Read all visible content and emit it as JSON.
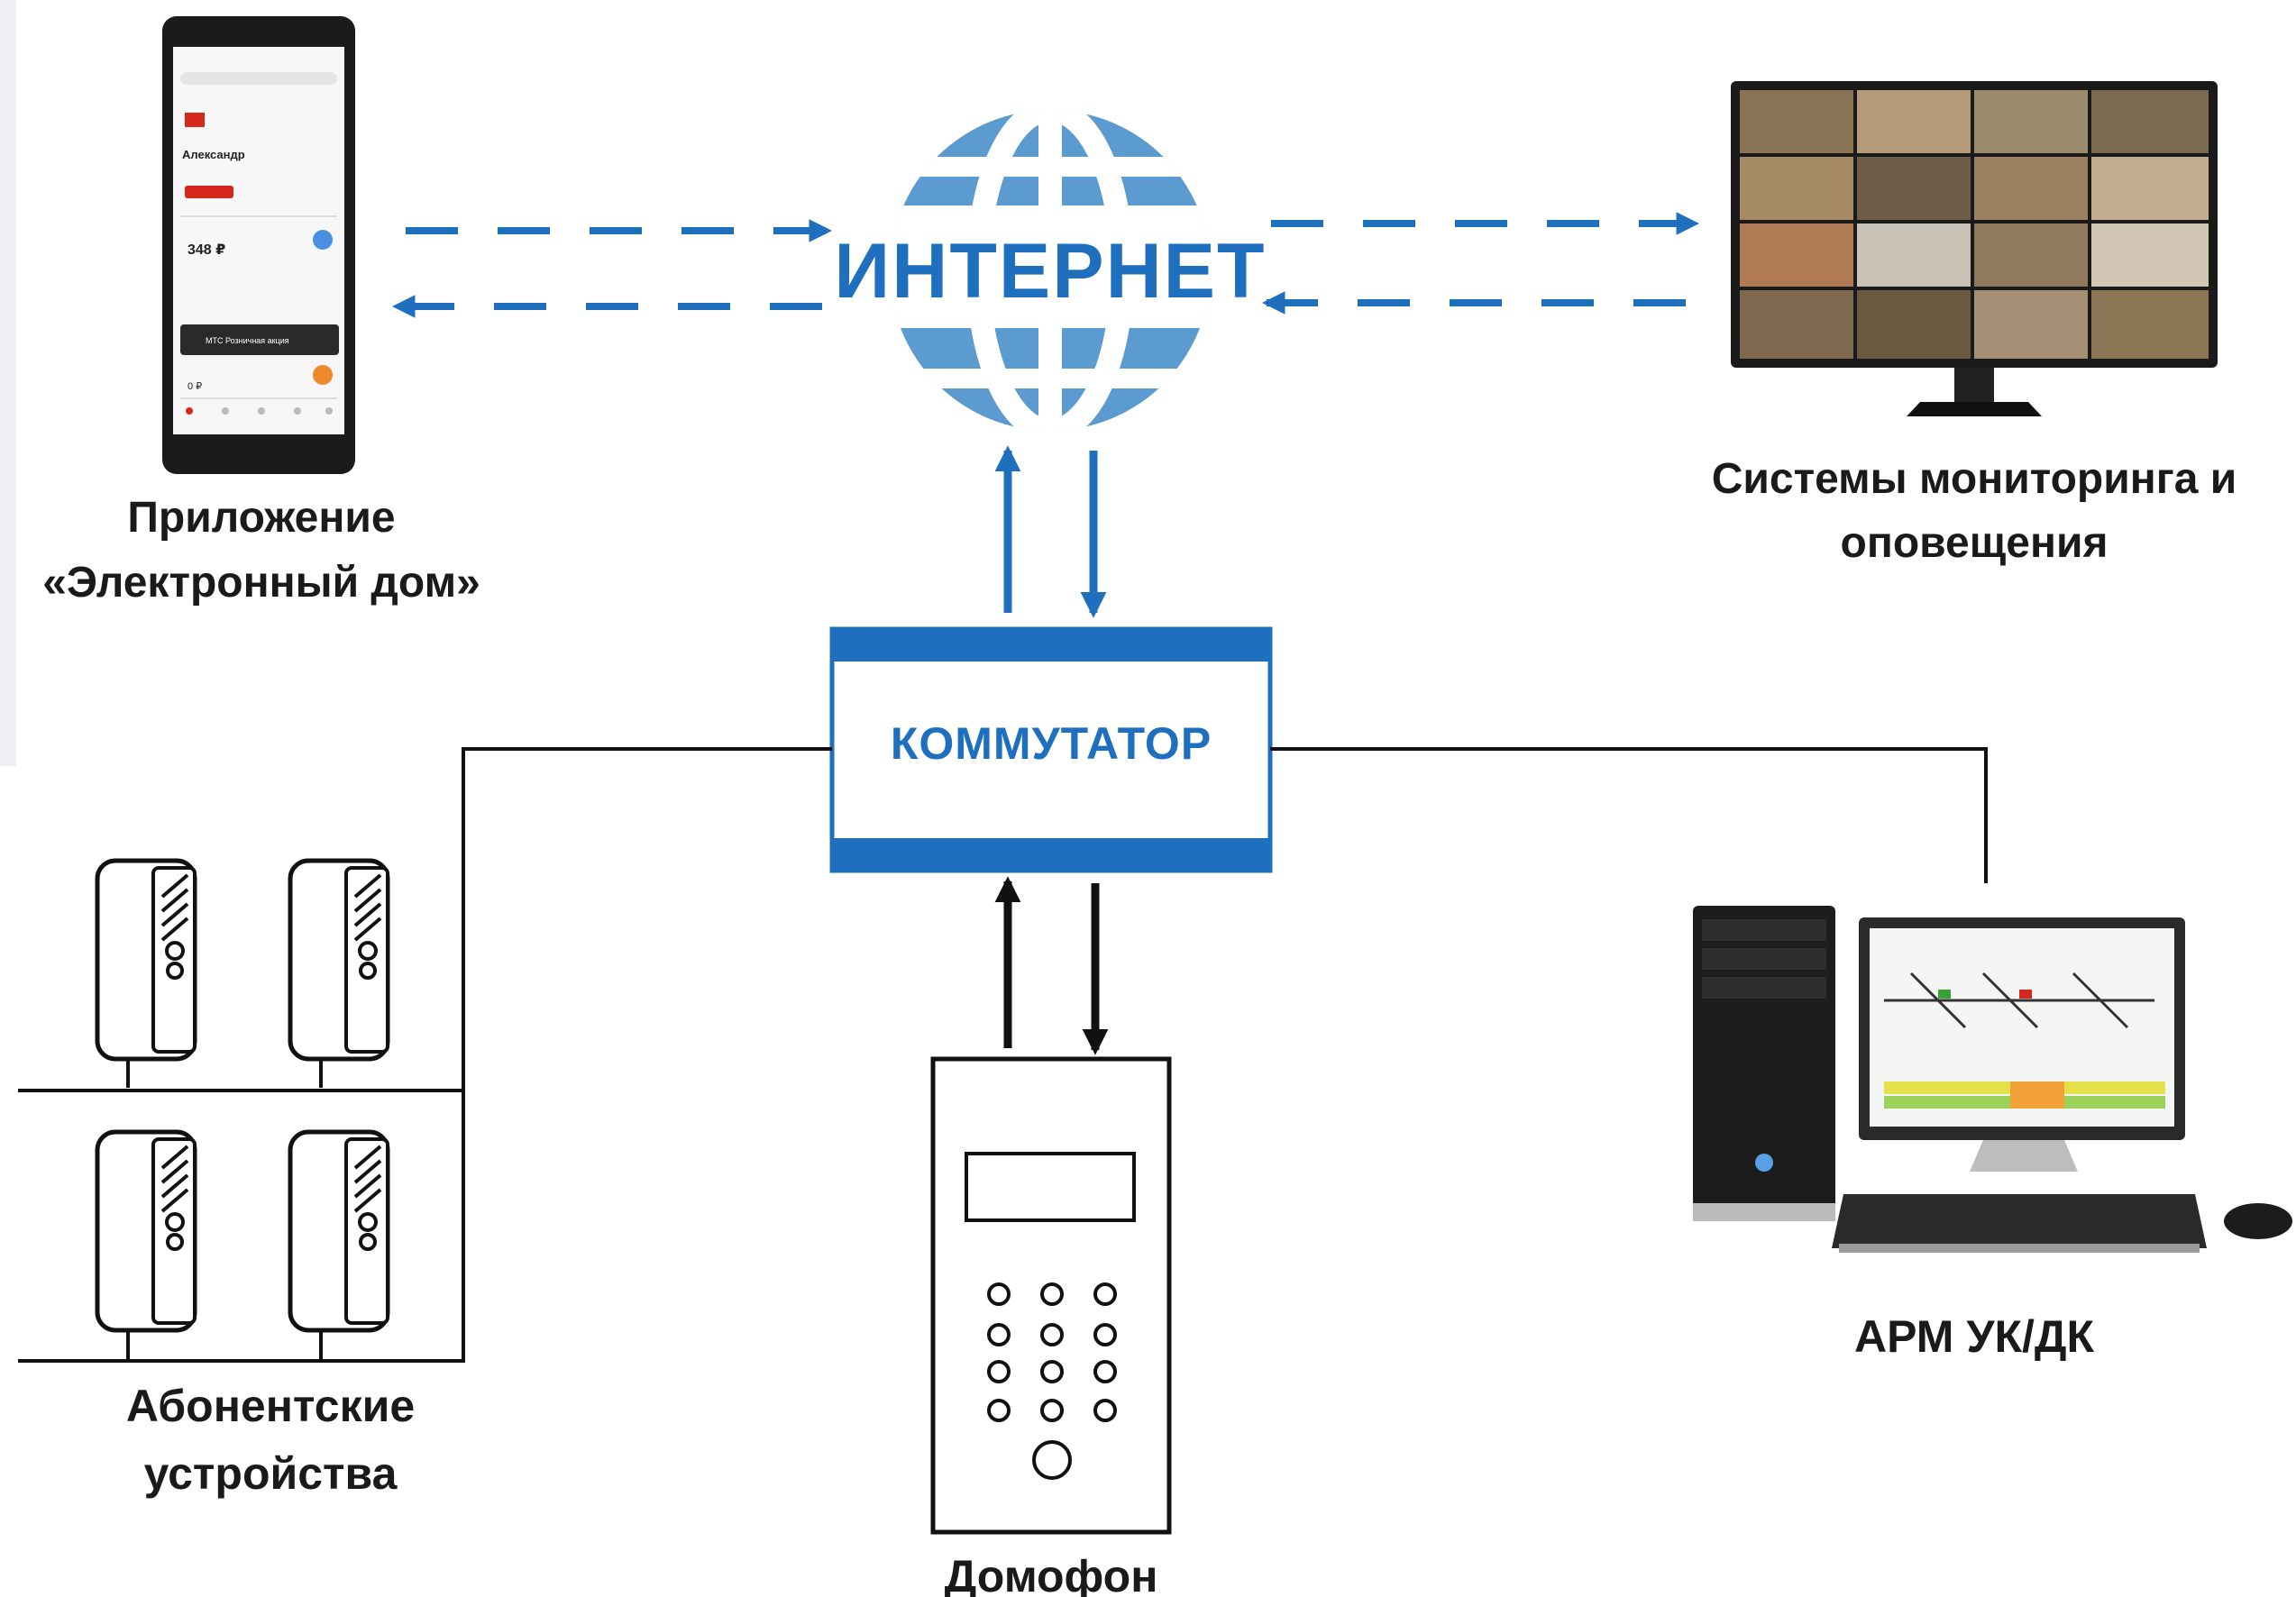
{
  "internet": {
    "label": "ИНТЕРНЕТ"
  },
  "switch": {
    "label": "КОММУТАТОР"
  },
  "captions": {
    "app_line1": "Приложение",
    "app_line2": "«Электронный дом»",
    "monitoring_line1": "Системы мониторинга и",
    "monitoring_line2": "оповещения",
    "subscriber_line1": "Абонентские",
    "subscriber_line2": "устройства",
    "intercom": "Домофон",
    "workstation": "АРМ УК/ДК"
  },
  "phone_screen": {
    "user_name": "Александр",
    "balance": "348 ₽",
    "promo": "МТС Розничная акция",
    "bottom_value": "0 ₽"
  },
  "colors": {
    "accent_blue": "#1f6fbf",
    "globe_blue": "#5b9bd0",
    "line_black": "#111111",
    "brand_red": "#d7261e",
    "orange": "#ef8a2c"
  },
  "icons": {
    "globe": "globe-icon",
    "phone": "smartphone-icon",
    "monitor": "video-wall-monitor-icon",
    "handset": "intercom-handset-icon",
    "panel": "door-intercom-panel-icon",
    "pc": "desktop-pc-icon"
  }
}
